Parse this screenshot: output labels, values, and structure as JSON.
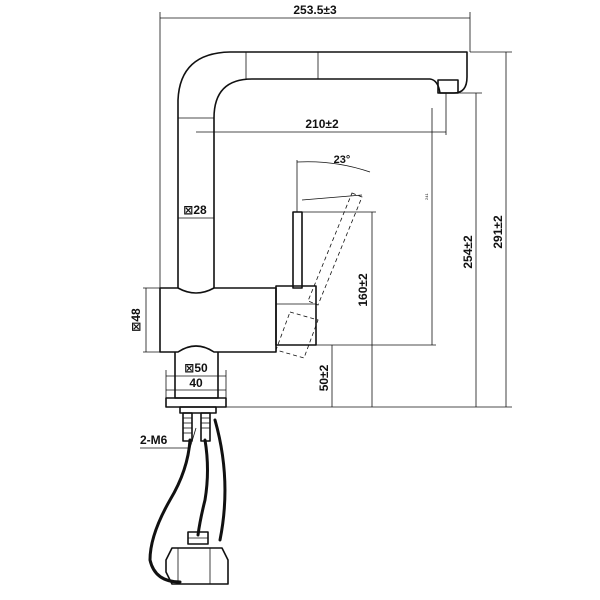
{
  "dimensions": {
    "overall_width": "253.5±3",
    "spout_reach": "210±2",
    "tilt_angle": "23°",
    "spout_square": "⊠28",
    "body_square": "⊠48",
    "base_square": "⊠50",
    "base_width": "40",
    "lever_height": "160±2",
    "base_height": "50±2",
    "spout_height": "254±2",
    "total_height": "291±2",
    "inner_mark": "241"
  },
  "connections": {
    "label": "2-M6"
  },
  "colors": {
    "line": "#111111",
    "background": "#ffffff"
  }
}
